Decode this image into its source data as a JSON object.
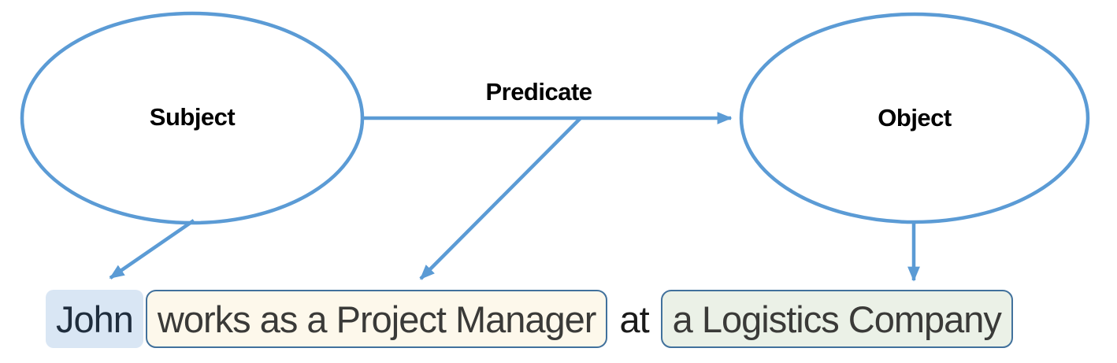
{
  "diagram": {
    "title_hint": "subject-predicate-object triple mapped onto a sentence",
    "nodes": {
      "subject": {
        "label": "Subject"
      },
      "predicate": {
        "label": "Predicate"
      },
      "object": {
        "label": "Object"
      }
    },
    "sentence": {
      "subject": "John",
      "predicate": "works as a Project Manager",
      "connector": "at",
      "object": "a Logistics Company"
    },
    "colors": {
      "shape_stroke_blue": "#5b9bd5",
      "chip_border_blue": "#41719c",
      "subject_chip_fill": "#d9e6f4",
      "predicate_chip_fill": "#fdf8eb",
      "object_chip_fill": "#ebf1e7",
      "subject_text_color": "#1f2d3d",
      "phrase_text_color": "#3a3a38",
      "label_text_color": "#000000"
    }
  }
}
